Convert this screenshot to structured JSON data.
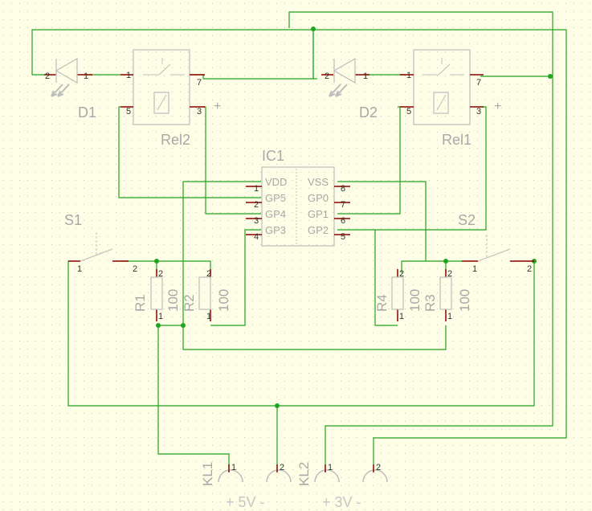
{
  "colors": {
    "background": "#fefee6",
    "grid_dot": "#c9c9b4",
    "wire": "#1fa51f",
    "pin": "#8c0000",
    "part": "#bdbdbd",
    "label": "#a8a8a8",
    "text": "#c6c6c6"
  },
  "components": {
    "ic1": {
      "name": "IC1",
      "left_pins": [
        {
          "num": "1",
          "label": "VDD"
        },
        {
          "num": "2",
          "label": "GP5"
        },
        {
          "num": "3",
          "label": "GP4"
        },
        {
          "num": "4",
          "label": "GP3"
        }
      ],
      "right_pins": [
        {
          "num": "8",
          "label": "VSS"
        },
        {
          "num": "7",
          "label": "GP0"
        },
        {
          "num": "6",
          "label": "GP1"
        },
        {
          "num": "5",
          "label": "GP2"
        }
      ]
    },
    "d1": {
      "name": "D1",
      "pin_a": "2",
      "pin_b": "1"
    },
    "d2": {
      "name": "D2",
      "pin_a": "2",
      "pin_b": "1"
    },
    "rel2": {
      "name": "Rel2",
      "pins": [
        "1",
        "7",
        "5",
        "3"
      ],
      "plus": "+"
    },
    "rel1": {
      "name": "Rel1",
      "pins": [
        "1",
        "7",
        "5",
        "3"
      ],
      "plus": "+"
    },
    "s1": {
      "name": "S1",
      "pins": [
        "1",
        "2"
      ]
    },
    "s2": {
      "name": "S2",
      "pins": [
        "1",
        "2"
      ]
    },
    "r1": {
      "name": "R1",
      "value": "100",
      "pins": [
        "2",
        "1"
      ]
    },
    "r2": {
      "name": "R2",
      "value": "100",
      "pins": [
        "2",
        "1"
      ]
    },
    "r3": {
      "name": "R3",
      "value": "100",
      "pins": [
        "2",
        "1"
      ]
    },
    "r4": {
      "name": "R4",
      "value": "100",
      "pins": [
        "2",
        "1"
      ]
    },
    "kl1": {
      "name": "KL1",
      "pins": [
        "1",
        "2"
      ],
      "label": "+ 5V -"
    },
    "kl2": {
      "name": "KL2",
      "pins": [
        "1",
        "2"
      ],
      "label": "+ 3V -"
    }
  }
}
